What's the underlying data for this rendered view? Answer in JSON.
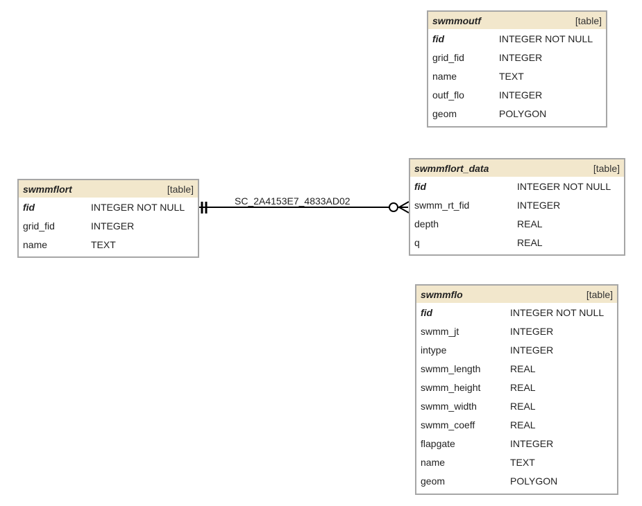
{
  "tables": {
    "swmmoutf": {
      "name": "swmmoutf",
      "kind": "[table]",
      "fields": [
        {
          "name": "fid",
          "type": "INTEGER NOT NULL",
          "pk": true
        },
        {
          "name": "grid_fid",
          "type": "INTEGER",
          "pk": false
        },
        {
          "name": "name",
          "type": "TEXT",
          "pk": false
        },
        {
          "name": "outf_flo",
          "type": "INTEGER",
          "pk": false
        },
        {
          "name": "geom",
          "type": "POLYGON",
          "pk": false
        }
      ]
    },
    "swmmflort": {
      "name": "swmmflort",
      "kind": "[table]",
      "fields": [
        {
          "name": "fid",
          "type": "INTEGER NOT NULL",
          "pk": true
        },
        {
          "name": "grid_fid",
          "type": "INTEGER",
          "pk": false
        },
        {
          "name": "name",
          "type": "TEXT",
          "pk": false
        }
      ]
    },
    "swmmflort_data": {
      "name": "swmmflort_data",
      "kind": "[table]",
      "fields": [
        {
          "name": "fid",
          "type": "INTEGER NOT NULL",
          "pk": true
        },
        {
          "name": "swmm_rt_fid",
          "type": "INTEGER",
          "pk": false
        },
        {
          "name": "depth",
          "type": "REAL",
          "pk": false
        },
        {
          "name": "q",
          "type": "REAL",
          "pk": false
        }
      ]
    },
    "swmmflo": {
      "name": "swmmflo",
      "kind": "[table]",
      "fields": [
        {
          "name": "fid",
          "type": "INTEGER NOT NULL",
          "pk": true
        },
        {
          "name": "swmm_jt",
          "type": "INTEGER",
          "pk": false
        },
        {
          "name": "intype",
          "type": "INTEGER",
          "pk": false
        },
        {
          "name": "swmm_length",
          "type": "REAL",
          "pk": false
        },
        {
          "name": "swmm_height",
          "type": "REAL",
          "pk": false
        },
        {
          "name": "swmm_width",
          "type": "REAL",
          "pk": false
        },
        {
          "name": "swmm_coeff",
          "type": "REAL",
          "pk": false
        },
        {
          "name": "flapgate",
          "type": "INTEGER",
          "pk": false
        },
        {
          "name": "name",
          "type": "TEXT",
          "pk": false
        },
        {
          "name": "geom",
          "type": "POLYGON",
          "pk": false
        }
      ]
    }
  },
  "relationship": {
    "label": "SC_2A4153E7_4833AD02",
    "from": "swmmflort",
    "to": "swmmflort_data",
    "from_cardinality": "one-and-only-one",
    "to_cardinality": "zero-or-many"
  },
  "colors": {
    "header_bg": "#f2e7cc",
    "border": "#a6a6a6",
    "line": "#000000"
  }
}
